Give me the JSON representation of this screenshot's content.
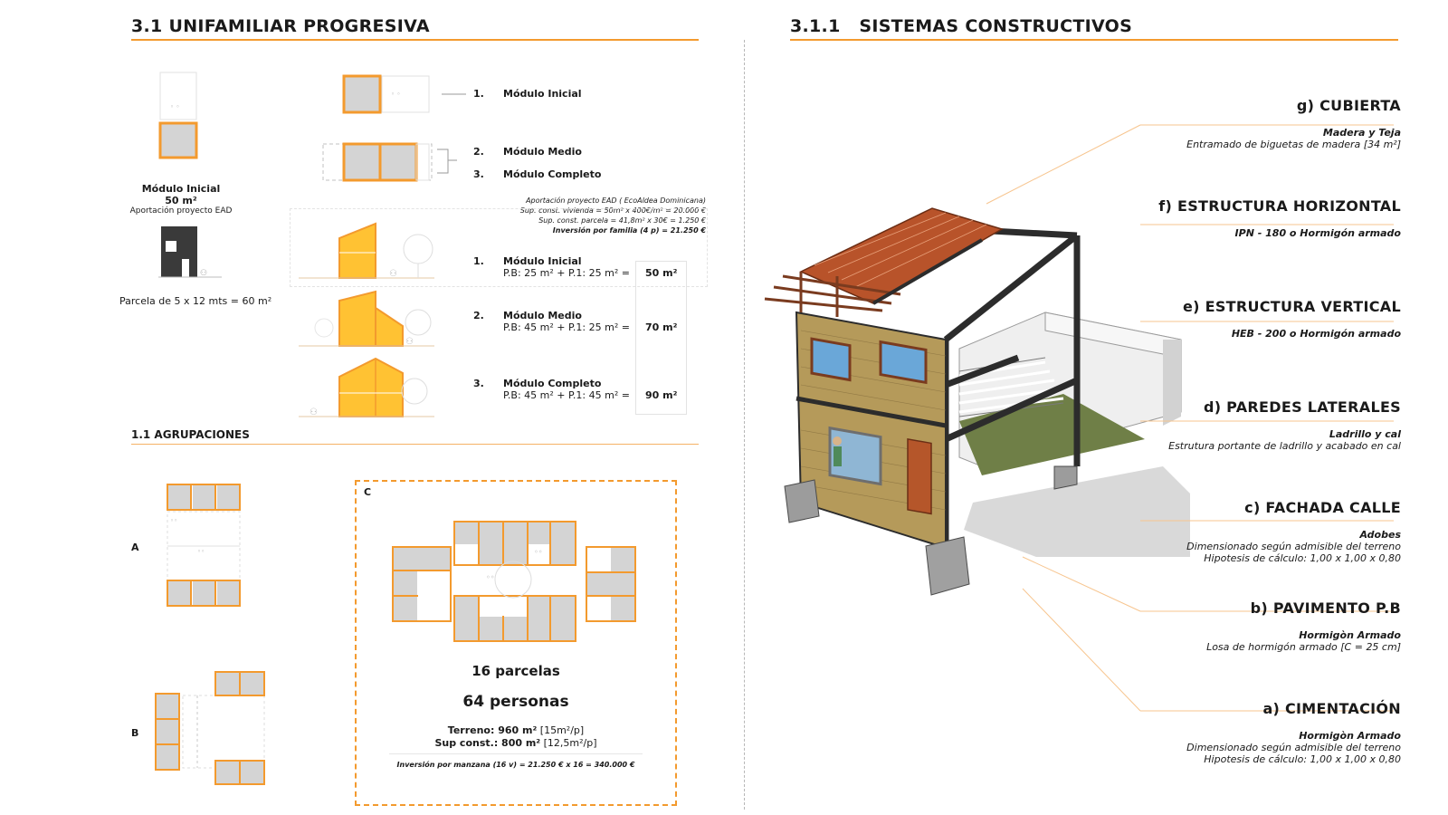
{
  "left": {
    "title": "3.1 UNIFAMILIAR PROGRESIVA",
    "module_block": {
      "title": "Módulo Inicial",
      "area": "50 m²",
      "note": "Aportación proyecto EAD",
      "parcel": "Parcela de 5 x 12 mts = 60 m²"
    },
    "plan_items": [
      {
        "num": "1.",
        "label": "Módulo Inicial"
      },
      {
        "num": "2.",
        "label": "Módulo Medio"
      },
      {
        "num": "3.",
        "label": "Módulo Completo"
      }
    ],
    "financing": {
      "line1": "Aportación proyecto EAD ( EcoAldea Dominicana)",
      "line2": "Sup. const. vivienda = 50m² x 400€/m² = 20.000 €",
      "line3": "Sup. const. parcela = 41,8m² x 30€ = 1.250 €",
      "line4": "Inversión por familia (4 p) = 21.250 €"
    },
    "section_items": [
      {
        "num": "1.",
        "label": "Módulo Inicial",
        "formula": "P.B: 25 m² + P.1: 25 m² =",
        "total": "50 m²"
      },
      {
        "num": "2.",
        "label": "Módulo Medio",
        "formula": "P.B: 45 m² + P.1: 25 m² =",
        "total": "70 m²"
      },
      {
        "num": "3.",
        "label": "Módulo Completo",
        "formula": "P.B: 45 m² + P.1: 45 m² =",
        "total": "90 m²"
      }
    ],
    "agrupaciones": {
      "title": "1.1 AGRUPACIONES",
      "label_a": "A",
      "label_b": "B",
      "label_c": "C",
      "parcelas": "16 parcelas",
      "personas": "64 personas",
      "terreno_label": "Terreno: 960 m²",
      "terreno_extra": "[15m²/p]",
      "sup_label": "Sup const.: 800 m²",
      "sup_extra": "[12,5m²/p]",
      "inversion": "Inversión por manzana (16 v) = 21.250 € x 16 = 340.000 €"
    }
  },
  "right": {
    "title": "3.1.1   SISTEMAS CONSTRUCTIVOS",
    "systems": [
      {
        "title": "g) CUBIERTA",
        "sub": "Madera y Teja",
        "desc": [
          "Entramado de biguetas de madera [34 m²]"
        ]
      },
      {
        "title": "f) ESTRUCTURA HORIZONTAL",
        "sub": "IPN - 180 o Hormigón armado",
        "desc": []
      },
      {
        "title": "e) ESTRUCTURA VERTICAL",
        "sub": "HEB - 200 o Hormigón armado",
        "desc": []
      },
      {
        "title": "d) PAREDES LATERALES",
        "sub": "Ladrillo y cal",
        "desc": [
          "Estrutura portante de ladrillo y acabado en cal"
        ]
      },
      {
        "title": "c) FACHADA CALLE",
        "sub": "Adobes",
        "desc": [
          "Dimensionado según admisible del terreno",
          "Hipotesis de cálculo: 1,00 x 1,00 x 0,80"
        ]
      },
      {
        "title": "b) PAVIMENTO P.B",
        "sub": "Hormigòn Armado",
        "desc": [
          "Losa de hormigón armado [C = 25 cm]"
        ]
      },
      {
        "title": "a) CIMENTACIÓN",
        "sub": "Hormigòn Armado",
        "desc": [
          "Dimensionado según admisible del terreno",
          "Hipotesis de cálculo: 1,00 x 1,00 x 0,80"
        ]
      }
    ]
  },
  "colors": {
    "accent": "#f39a2e",
    "module_fill": "#ffc233",
    "plan_fill": "#d4d4d4",
    "roof": "#b8532a",
    "brick": "#b59a5a"
  }
}
